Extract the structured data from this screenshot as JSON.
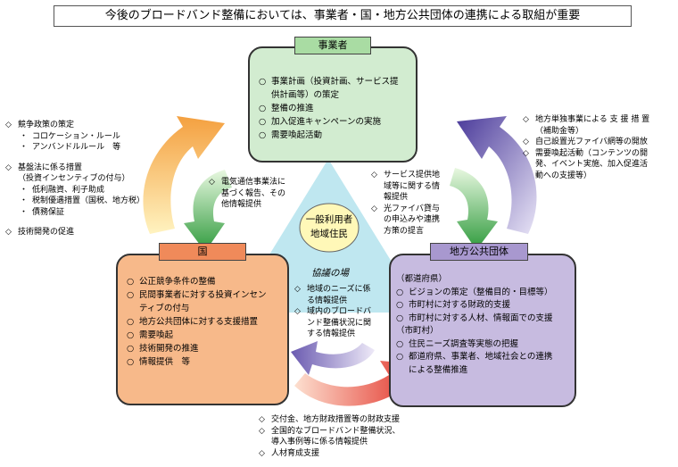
{
  "title": "今後のブロードバンド整備においては、事業者・国・地方公共団体の連携による取組が重要",
  "center": {
    "line1": "一般利用者",
    "line2": "地域住民",
    "caption": "協議の場"
  },
  "marker_circle": "○",
  "marker_diamond": "◇",
  "marker_dot": "・",
  "operators": {
    "title": "事業者",
    "items": [
      "事業計画（投資計画、サービス提",
      "供計画等）の策定",
      "整備の推進",
      "加入促進キャンペーンの実施",
      "需要喚起活動"
    ]
  },
  "national": {
    "title": "国",
    "items": [
      "公正競争条件の整備",
      "民間事業者に対する投資インセン",
      "ティブの付与",
      "地方公共団体に対する支援措置",
      "需要喚起",
      "技術開発の推進",
      "情報提供　等"
    ]
  },
  "local": {
    "title": "地方公共団体",
    "pref_label": "（都道府県）",
    "pref_items": [
      "ビジョンの策定（整備目的・目標等）",
      "市町村に対する財政的支援",
      "市町村に対する人材、情報面での支援"
    ],
    "muni_label": "（市町村）",
    "muni_items": [
      "住民ニーズ調査等実態の把握",
      "都道府県、事業者、地域社会との連携",
      "による整備推進"
    ]
  },
  "left_notes": {
    "competition": "競争政策の策定",
    "competition_sub": [
      "コロケーション・ルール",
      "アンバンドルルール　等"
    ],
    "basic_law": "基盤法に係る措置",
    "basic_law_paren": "（投資インセンティブの付与）",
    "basic_law_sub": [
      "低利融資、利子助成",
      "税制優遇措置（国税、地方税）",
      "債務保証"
    ],
    "tech": "技術開発の促進"
  },
  "right_notes": {
    "items": [
      "地方単独事業による 支 援 措 置",
      "（補助金等）",
      "自己設置光ファイバ網等の開放",
      "需要喚起活動（コンテンツの開",
      "発、イベント実施、加入促進活",
      "動への支援等）"
    ]
  },
  "op_to_nat": [
    "電気通信事業法に",
    "基づく報告、その",
    "他情報提供"
  ],
  "op_to_local": {
    "item1": [
      "サービス提供地",
      "域等に関する情",
      "報提供"
    ],
    "item2": [
      "光ファイバ貸与",
      "の申込みや連携",
      "方策の提言"
    ]
  },
  "local_to_nat": {
    "item1": [
      "地域のニーズに係",
      "る情報提供"
    ],
    "item2": [
      "域内のブロードバ",
      "ンド整備状況に関",
      "する情報提供"
    ]
  },
  "nat_to_local": {
    "item1": "交付金、地方財政措置等の財政支援",
    "item2": [
      "全国的なブロードバンド整備状況、",
      "導入事例等に係る情報提供"
    ],
    "item3": "人材育成支援"
  },
  "colors": {
    "operators_fill": "#d2ecd0",
    "national_fill": "#f7b98a",
    "local_fill": "#c7bbe0",
    "center_fill": "#bfe7f0",
    "center_circle": "#fff8b8",
    "operators_head": "#a9dca3",
    "national_head": "#f08a5a",
    "local_head": "#a898cf"
  }
}
